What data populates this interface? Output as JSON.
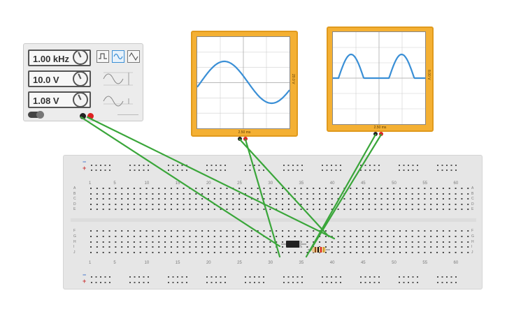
{
  "function_generator": {
    "frequency": "1.00 kHz",
    "amplitude": "10.0 V",
    "offset": "1.08 V",
    "selected_waveform": "sine",
    "waveforms": [
      "square",
      "sine",
      "triangle"
    ]
  },
  "oscilloscope_1": {
    "time_per_div": "2.50 ms",
    "volts_per_div": "20.0 V",
    "trace": "sine"
  },
  "oscilloscope_2": {
    "time_per_div": "2.50 ms",
    "volts_per_div": "8.00 V",
    "trace": "half-wave rectified sine"
  },
  "breadboard": {
    "column_labels": [
      "1",
      "5",
      "10",
      "15",
      "20",
      "25",
      "30",
      "35",
      "40",
      "45",
      "50",
      "55",
      "60"
    ],
    "row_labels_top": [
      "A",
      "B",
      "C",
      "D",
      "E"
    ],
    "row_labels_bottom": [
      "F",
      "G",
      "H",
      "I",
      "J"
    ],
    "rail_signs": [
      "−",
      "+",
      "−",
      "+"
    ]
  },
  "components": [
    "diode",
    "resistor"
  ],
  "colors": {
    "wire": "#3aa63a",
    "trace": "#3a8fd6",
    "scope_body": "#f4b033"
  }
}
